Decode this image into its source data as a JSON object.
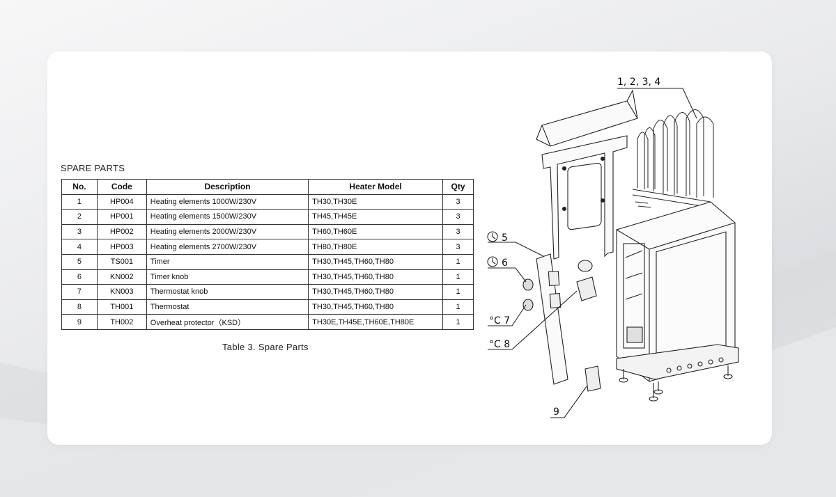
{
  "section_title": "SPARE PARTS",
  "table": {
    "headers": [
      "No.",
      "Code",
      "Description",
      "Heater Model",
      "Qty"
    ],
    "rows": [
      [
        "1",
        "HP004",
        "Heating elements 1000W/230V",
        "TH30,TH30E",
        "3"
      ],
      [
        "2",
        "HP001",
        "Heating elements 1500W/230V",
        "TH45,TH45E",
        "3"
      ],
      [
        "3",
        "HP002",
        "Heating elements 2000W/230V",
        "TH60,TH60E",
        "3"
      ],
      [
        "4",
        "HP003",
        "Heating elements 2700W/230V",
        "TH80,TH80E",
        "3"
      ],
      [
        "5",
        "TS001",
        "Timer",
        "TH30,TH45,TH60,TH80",
        "1"
      ],
      [
        "6",
        "KN002",
        "Timer knob",
        "TH30,TH45,TH60,TH80",
        "1"
      ],
      [
        "7",
        "KN003",
        "Thermostat knob",
        "TH30,TH45,TH60,TH80",
        "1"
      ],
      [
        "8",
        "TH001",
        "Thermostat",
        "TH30,TH45,TH60,TH80",
        "1"
      ],
      [
        "9",
        "TH002",
        "Overheat protector（KSD）",
        "TH30E,TH45E,TH60E,TH80E",
        "1"
      ]
    ]
  },
  "caption": "Table 3. Spare Parts",
  "diagram": {
    "callout_heating": "1, 2, 3, 4",
    "callout_timer": "5",
    "callout_timer_knob": "6",
    "callout_thermostat_knob": "°C 7",
    "callout_thermostat": "°C 8",
    "callout_overheat": "9",
    "icons": [
      "clock-icon",
      "clock-icon"
    ]
  }
}
